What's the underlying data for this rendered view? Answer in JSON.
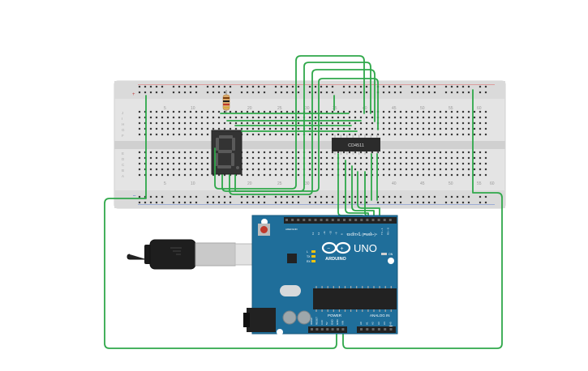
{
  "breadboard": {
    "column_numbers_top": [
      "5",
      "10",
      "20",
      "25",
      "30",
      "35",
      "40",
      "45",
      "50",
      "55",
      "60"
    ],
    "column_numbers_bottom": [
      "5",
      "10",
      "20",
      "25",
      "30",
      "40",
      "45",
      "50",
      "55",
      "60"
    ],
    "row_letters_top": [
      "J",
      "I",
      "H",
      "G",
      "F"
    ],
    "row_letters_bottom": [
      "E",
      "D",
      "C",
      "B",
      "A"
    ]
  },
  "components": {
    "ic_label": "CD4511",
    "display_digit": "8"
  },
  "arduino": {
    "brand_label": "ARDUINO",
    "model_label": "UNO",
    "digital_header_label": "DIGITAL (PWM~)",
    "power_label": "POWER",
    "analog_label": "ANALOG IN",
    "on_label": "ON",
    "tx_label": "TX",
    "rx_label": "RX",
    "l_label": "L",
    "aref_label": "AREF",
    "gnd_label": "GND",
    "analog_pins": [
      "A0",
      "A1",
      "A2",
      "A3",
      "A4",
      "A5"
    ],
    "power_pins": [
      "IOREF",
      "RESET",
      "3.3V",
      "5V",
      "GND",
      "GND",
      "VIN"
    ],
    "digital_pins": [
      "13",
      "12",
      "~11",
      "~10",
      "~9",
      "8",
      "7",
      "~6",
      "~5",
      "4",
      "~3",
      "2",
      "TX→1",
      "RX←0"
    ]
  },
  "colors": {
    "wire": "#2fa84a",
    "board": "#1f6e9a",
    "breadboard": "#e4e4e4",
    "display": "#333333",
    "segment_off": "#5a5a5a",
    "ic": "#2b2b2b"
  }
}
